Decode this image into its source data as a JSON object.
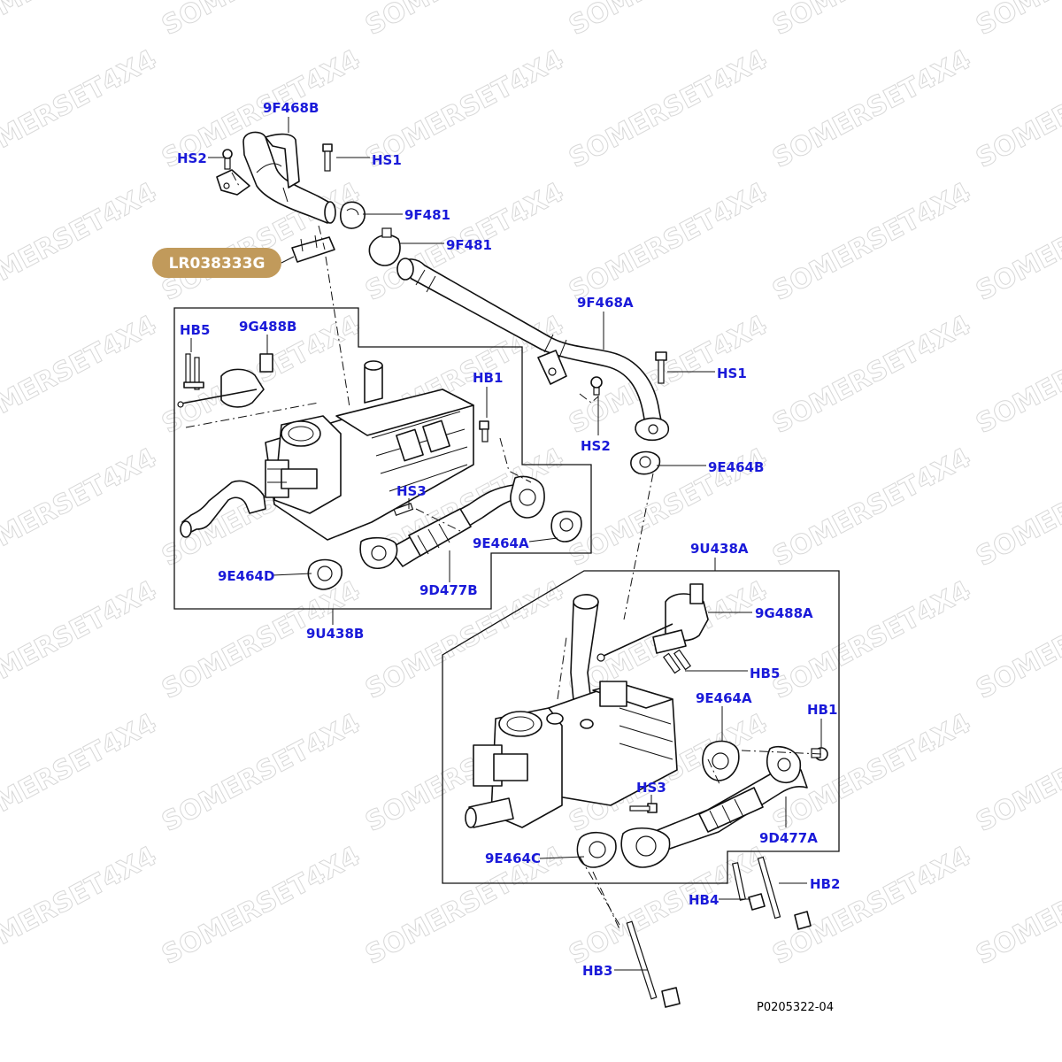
{
  "diagram_ref": "P0205322-04",
  "highlight": {
    "part_number": "LR038333G",
    "color": "#c19a5b"
  },
  "label_color": "#1a1ad9",
  "watermark": "SOMERSET4X4",
  "callouts": {
    "p9F468B": "9F468B",
    "hs2_top": "HS2",
    "hs1_top": "HS1",
    "p9F481_a": "9F481",
    "p9F481_b": "9F481",
    "p9F468A": "9F468A",
    "hs1_mid": "HS1",
    "hs2_mid": "HS2",
    "p9E464B": "9E464B",
    "hb5_left": "HB5",
    "p9G488B": "9G488B",
    "hb1_left": "HB1",
    "hs3_left": "HS3",
    "p9E464A_left": "9E464A",
    "p9E464D": "9E464D",
    "p9D477B": "9D477B",
    "p9U438B": "9U438B",
    "p9U438A": "9U438A",
    "p9G488A": "9G488A",
    "hb5_right": "HB5",
    "p9E464A_right": "9E464A",
    "hb1_right": "HB1",
    "hs3_right": "HS3",
    "p9D477A": "9D477A",
    "p9E464C": "9E464C",
    "hb2": "HB2",
    "hb4": "HB4",
    "hb3": "HB3"
  }
}
